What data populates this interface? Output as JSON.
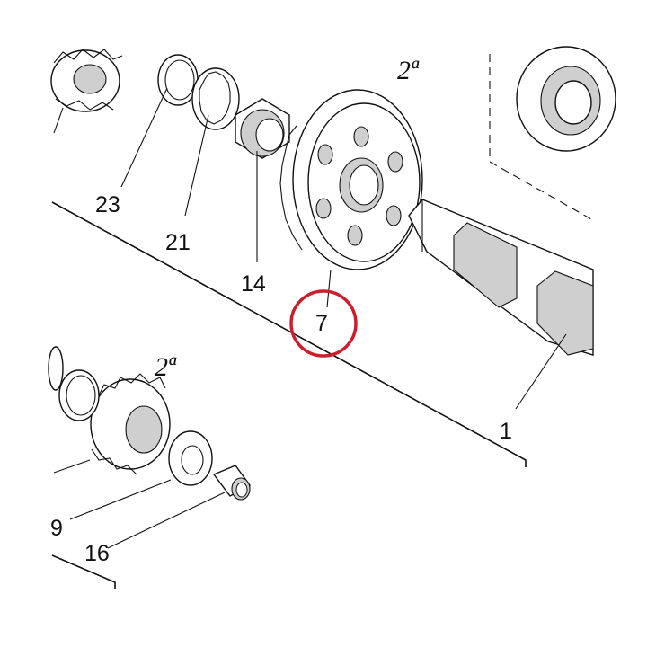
{
  "labels": {
    "gear_top_ordinal": "2ª",
    "gear_bottom_ordinal": "2ª",
    "part_1": "1",
    "part_7": "7",
    "part_14": "14",
    "part_16": "16",
    "part_19_partial": "9",
    "part_21": "21",
    "part_23": "23"
  },
  "colors": {
    "highlight_ring": "#cc1f2e",
    "line": "#111111",
    "shade": "#cfcfcf"
  }
}
